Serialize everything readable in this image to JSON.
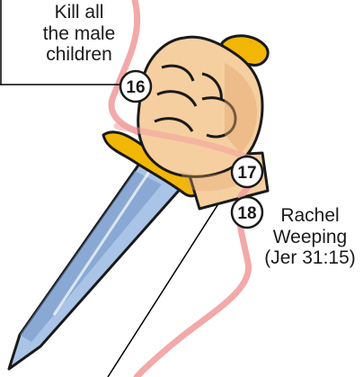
{
  "labels": {
    "kill": {
      "line1": "Kill all",
      "line2": "the male",
      "line3": "children"
    },
    "rachel": {
      "line1": "Rachel",
      "line2": "Weeping",
      "line3": "(Jer 31:15)"
    }
  },
  "markers": [
    {
      "id": "16"
    },
    {
      "id": "17"
    },
    {
      "id": "18"
    }
  ],
  "colors": {
    "band": "#f2a0a0",
    "skin": "#f6cfa0",
    "skin_shadow": "#e3a56c",
    "blade": "#a9c4e6",
    "blade_dark": "#6f93c4",
    "guard": "#f2b705",
    "line": "#000000"
  },
  "icons": [
    "fist-dagger-icon"
  ]
}
